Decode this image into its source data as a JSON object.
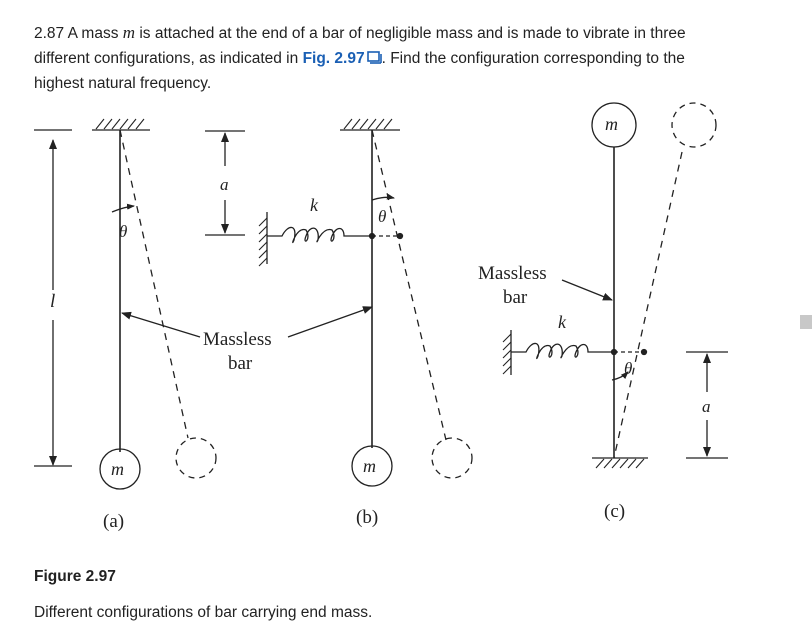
{
  "problem": {
    "number": "2.87",
    "text_a": "A mass ",
    "var_m": "m",
    "text_b": " is attached at the end of a bar of negligible mass and is made to vibrate in three different configurations, as indicated in ",
    "fig_link": "Fig. 2.97",
    "text_c": ". Find the configuration corresponding to the highest natural frequency."
  },
  "figure": {
    "label_l": "l",
    "label_a": "a",
    "label_k": "k",
    "label_theta": "θ",
    "label_m": "m",
    "label_massless_1": "Massless",
    "label_bar": "bar",
    "sub_a": "(a)",
    "sub_b": "(b)",
    "sub_c": "(c)"
  },
  "caption": {
    "figure_label": "Figure 2.97",
    "text": "Different configurations of bar carrying end mass."
  }
}
